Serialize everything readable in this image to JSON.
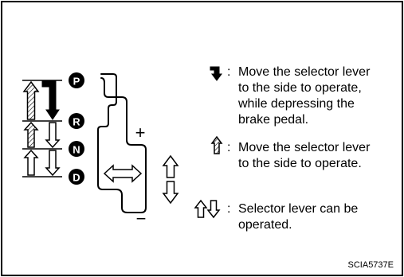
{
  "gears": {
    "p": "P",
    "r": "R",
    "n": "N",
    "d": "D"
  },
  "gate": {
    "plus": "+",
    "minus": "−"
  },
  "legend": {
    "solid": {
      "colon": ":",
      "lines": [
        "Move the selector lever",
        "to the side to operate,",
        "while depressing the",
        "brake pedal."
      ]
    },
    "hatched": {
      "colon": ":",
      "lines": [
        "Move the selector lever",
        "to the side to operate."
      ]
    },
    "hollow": {
      "colon": ":",
      "lines": [
        "Selector lever can be",
        "operated."
      ]
    }
  },
  "figure_code": "SCIA5737E"
}
